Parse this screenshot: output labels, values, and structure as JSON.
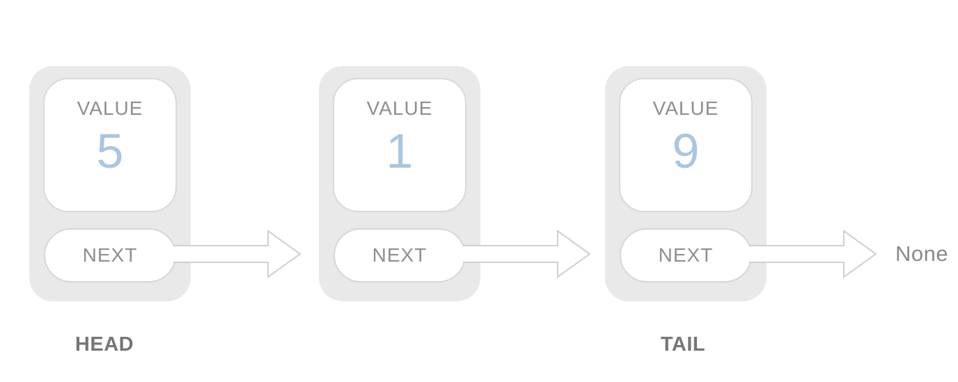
{
  "figure": {
    "type": "singly-linked-list",
    "nodes": [
      {
        "value_label": "VALUE",
        "value": "5",
        "next_label": "NEXT",
        "pointer_label": "HEAD"
      },
      {
        "value_label": "VALUE",
        "value": "1",
        "next_label": "NEXT",
        "pointer_label": ""
      },
      {
        "value_label": "VALUE",
        "value": "9",
        "next_label": "NEXT",
        "pointer_label": "TAIL"
      }
    ],
    "terminator_label": "None",
    "colors": {
      "node_background": "#e9e9e9",
      "box_fill": "#ffffff",
      "box_border": "#d8d8d8",
      "field_label_text": "#8e8e8e",
      "value_text": "#a9c6e1",
      "pointer_label_text": "#767676",
      "arrow_outline": "#cfcfcf",
      "terminator_text": "#8a8a8a"
    }
  }
}
